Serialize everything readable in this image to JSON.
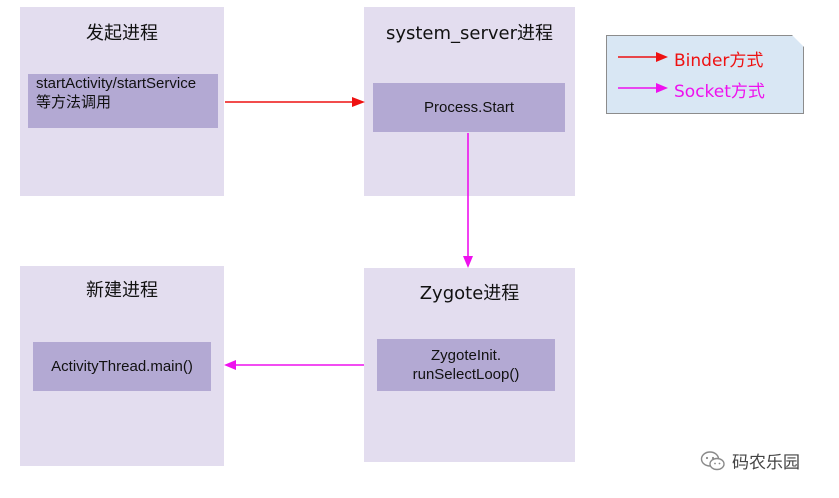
{
  "panels": {
    "initiator": {
      "title": "发起进程",
      "box_lines": [
        "startActivity/startService",
        "等方法调用"
      ]
    },
    "system_server": {
      "title": "system_server进程",
      "box_lines": [
        "Process.Start"
      ]
    },
    "new_process": {
      "title": "新建进程",
      "box_lines": [
        "ActivityThread.main()"
      ]
    },
    "zygote": {
      "title": "Zygote进程",
      "box_lines": [
        "ZygoteInit.",
        "runSelectLoop()"
      ]
    }
  },
  "legend": {
    "items": [
      {
        "label": "Binder方式",
        "color": "#ee1111"
      },
      {
        "label": "Socket方式",
        "color": "#ee11ee"
      }
    ]
  },
  "watermark": {
    "text": "码农乐园",
    "icon": "wechat-icon"
  },
  "colors": {
    "panel_bg": "#e3ddef",
    "box_bg": "#b3a9d3",
    "binder": "#ee1111",
    "socket": "#ee11ee"
  }
}
